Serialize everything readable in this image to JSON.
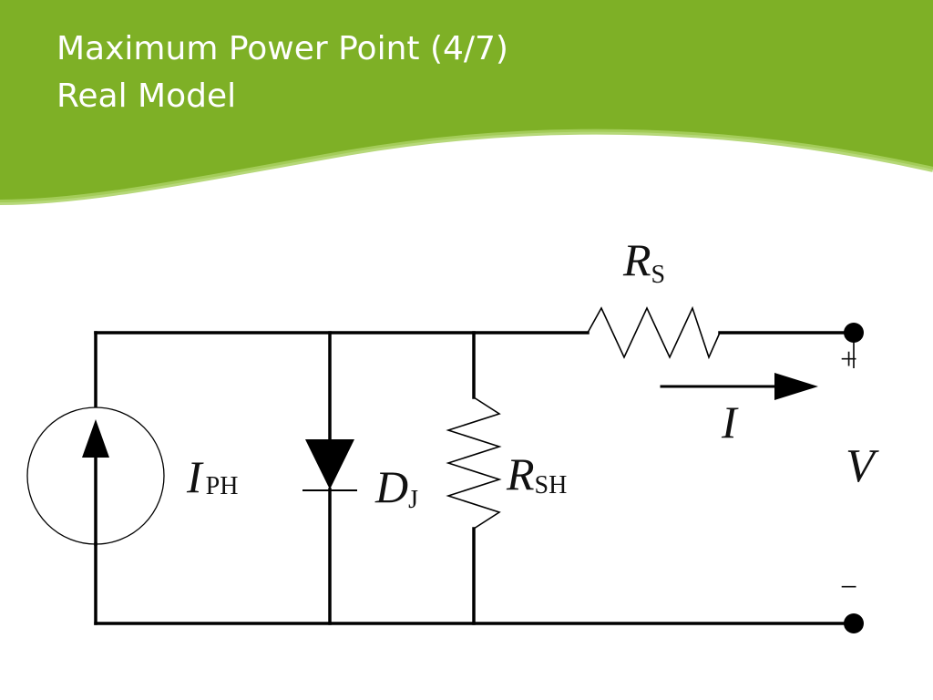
{
  "slide": {
    "title_line1": "Maximum Power Point (4/7)",
    "title_line2": "Real Model",
    "accent_color": "#7eb026"
  },
  "circuit": {
    "series_resistor_symbol": "R",
    "series_resistor_subscript": "S",
    "current_symbol": "I",
    "voltage_symbol": "V",
    "plus_sign": "+",
    "minus_sign": "−",
    "photocurrent_symbol": "I",
    "photocurrent_subscript": "PH",
    "diode_symbol": "D",
    "diode_subscript": "J",
    "shunt_resistor_symbol": "R",
    "shunt_resistor_subscript": "SH"
  }
}
